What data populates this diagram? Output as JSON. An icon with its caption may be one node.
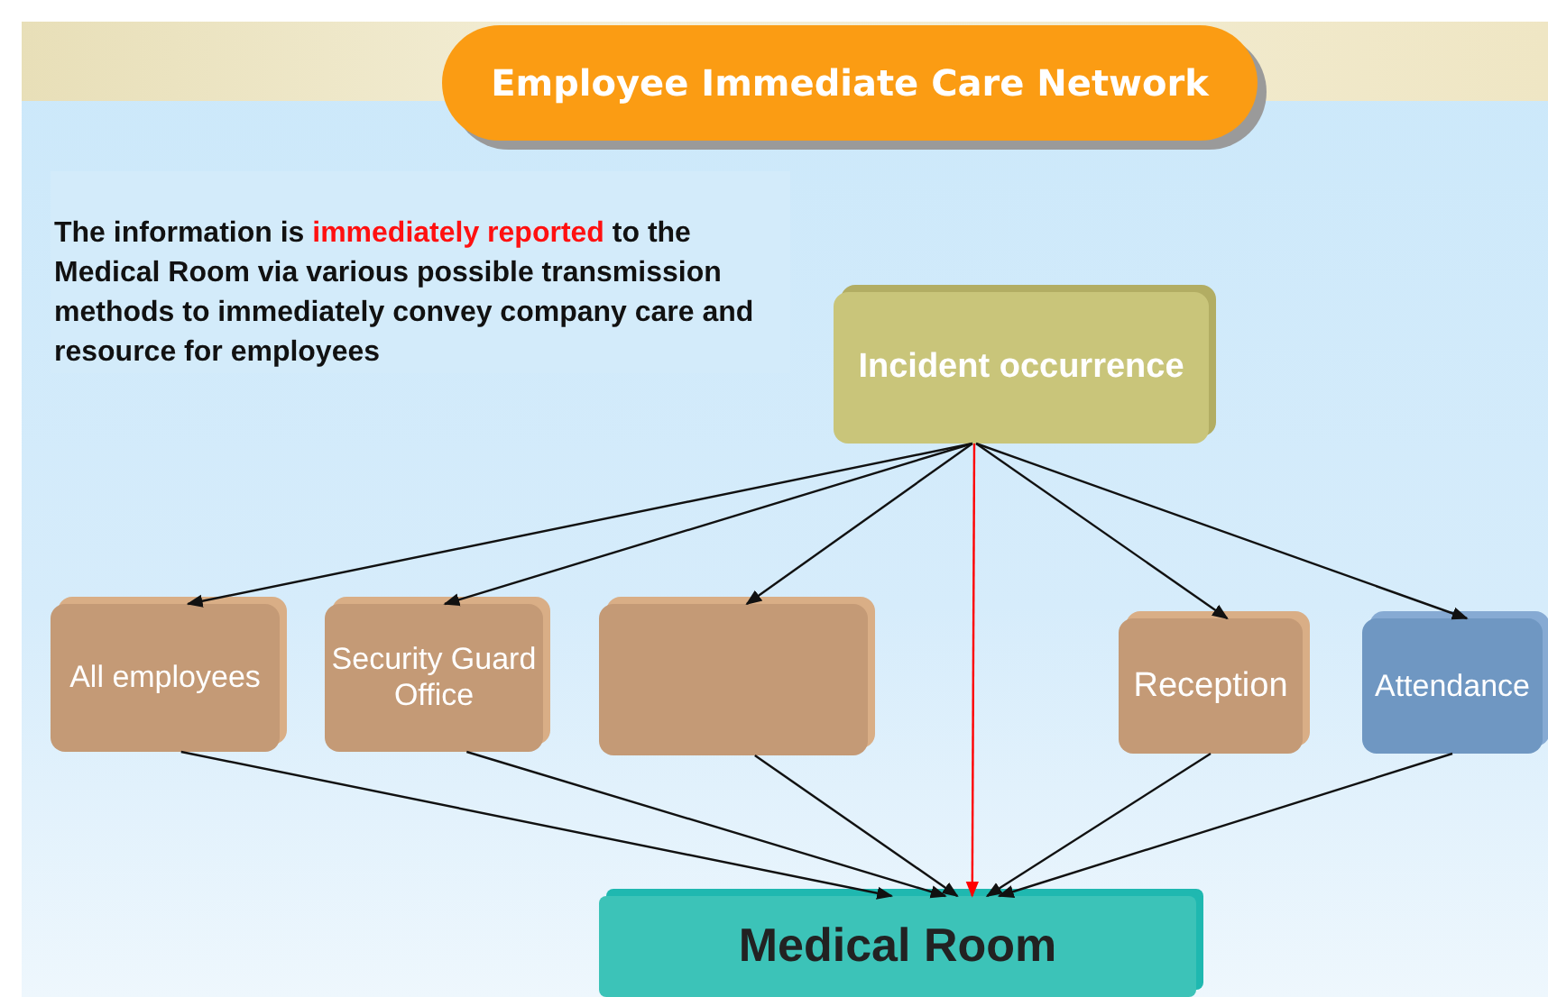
{
  "diagram": {
    "title": "Employee Immediate Care Network",
    "nodes": [
      {
        "text": [
          "Incident occurrence"
        ]
      },
      {
        "text": [
          "All employees"
        ]
      },
      {
        "text": [
          "Security Guard Office"
        ]
      },
      {
        "text": [],
        "shape": "box"
      },
      {
        "text": [
          "Reception"
        ]
      },
      {
        "text": [
          "Attendance"
        ]
      },
      {
        "text": [
          "Medical Room"
        ]
      }
    ],
    "edges": [
      {
        "from": 0,
        "to": 1,
        "arrow": "to"
      },
      {
        "from": 0,
        "to": 2,
        "arrow": "to"
      },
      {
        "from": 0,
        "to": 3,
        "arrow": "to"
      },
      {
        "from": 0,
        "to": 6,
        "arrow": "to",
        "color": "#ff0000"
      },
      {
        "from": 0,
        "to": 4,
        "arrow": "to"
      },
      {
        "from": 0,
        "to": 5,
        "arrow": "to"
      },
      {
        "from": 1,
        "to": 6,
        "arrow": "to"
      },
      {
        "from": 2,
        "to": 6,
        "arrow": "to"
      },
      {
        "from": 3,
        "to": 6,
        "arrow": "to"
      },
      {
        "from": 4,
        "to": 6,
        "arrow": "to"
      },
      {
        "from": 5,
        "to": 6,
        "arrow": "to"
      }
    ],
    "labels": [
      "The information is **immediately reported** to the Medical Room via various possible transmission methods to immediately convey company care and resource for employees"
    ]
  }
}
